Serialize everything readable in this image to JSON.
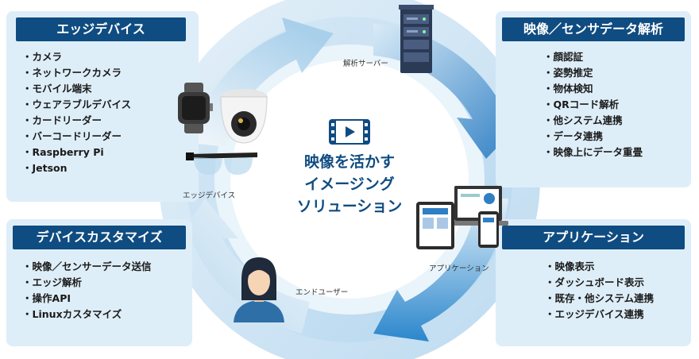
{
  "center": {
    "lines": [
      "映像を活かす",
      "イメージング",
      "ソリューション"
    ],
    "icon": "video-icon"
  },
  "panels": {
    "edge_devices": {
      "title": "エッジデバイス",
      "items": [
        "カメラ",
        "ネットワークカメラ",
        "モバイル端末",
        "ウェアラブルデバイス",
        "カードリーダー",
        "バーコードリーダー",
        "Raspberry Pi",
        "Jetson"
      ]
    },
    "analysis": {
      "title": "映像／センサデータ解析",
      "items": [
        "顔認証",
        "姿勢推定",
        "物体検知",
        "QRコード解析",
        "他システム連携",
        "データ連携",
        "映像上にデータ重畳"
      ]
    },
    "device_custom": {
      "title": "デバイスカスタマイズ",
      "items": [
        "映像／センサーデータ送信",
        "エッジ解析",
        "操作API",
        "Linuxカスタマイズ"
      ]
    },
    "application": {
      "title": "アプリケーション",
      "items": [
        "映像表示",
        "ダッシュボード表示",
        "既存・他システム連携",
        "エッジデバイス連携"
      ]
    }
  },
  "labels": {
    "server": "解析サーバー",
    "edge": "エッジデバイス",
    "app": "アプリケーション",
    "user": "エンドユーザー"
  },
  "icons": [
    "server-icon",
    "smartwatch-icon",
    "dome-camera-icon",
    "smart-glasses-icon",
    "devices-icon",
    "user-icon"
  ],
  "colors": {
    "title_bg": "#0f4c81",
    "panel_bg": "#deeef8",
    "accent": "#1f6fb3"
  }
}
